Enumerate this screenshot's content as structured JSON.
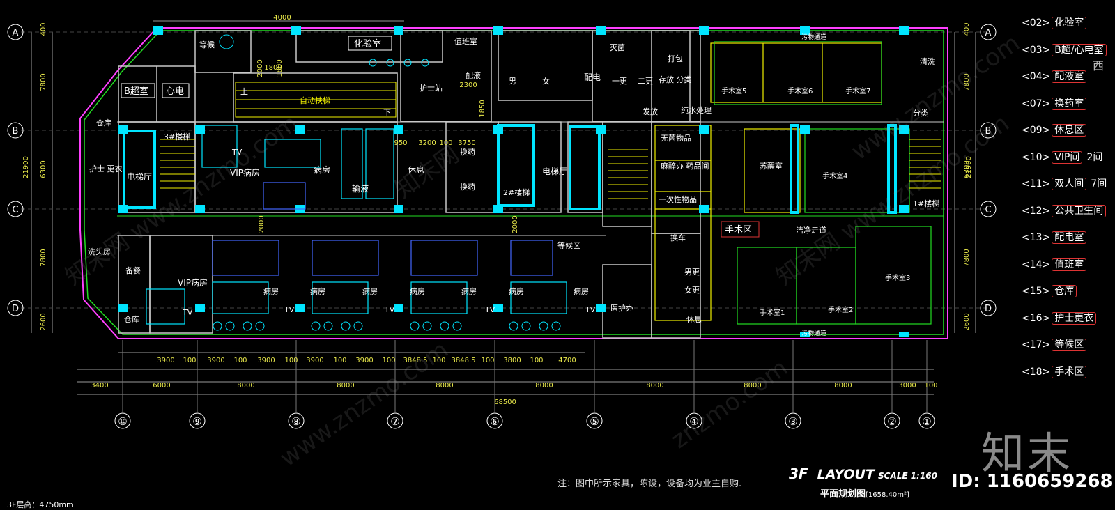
{
  "legend": [
    {
      "code": "<02>",
      "name": "化验室",
      "extra": ""
    },
    {
      "code": "<03>",
      "name": "B超/心电室",
      "extra": ""
    },
    {
      "code": "<04>",
      "name": "配液室",
      "extra": ""
    },
    {
      "code": "<07>",
      "name": "换药室",
      "extra": ""
    },
    {
      "code": "<09>",
      "name": "休息区",
      "extra": ""
    },
    {
      "code": "<10>",
      "name": "VIP间",
      "extra": "2间"
    },
    {
      "code": "<11>",
      "name": "双人间",
      "extra": "7间"
    },
    {
      "code": "<12>",
      "name": "公共卫生间",
      "extra": ""
    },
    {
      "code": "<13>",
      "name": "配电室",
      "extra": ""
    },
    {
      "code": "<14>",
      "name": "值班室",
      "extra": ""
    },
    {
      "code": "<15>",
      "name": "仓库",
      "extra": ""
    },
    {
      "code": "<16>",
      "name": "护士更衣",
      "extra": ""
    },
    {
      "code": "<17>",
      "name": "等候区",
      "extra": ""
    },
    {
      "code": "<18>",
      "name": "手术区",
      "extra": ""
    }
  ],
  "grid_rows": [
    "A",
    "B",
    "C",
    "D"
  ],
  "grid_cols": [
    "⑩",
    "⑨",
    "⑧",
    "⑦",
    "⑥",
    "⑤",
    "④",
    "③",
    "②",
    "①"
  ],
  "dims": {
    "top": "4000",
    "left_segments": [
      "400",
      "7800",
      "6300",
      "7800",
      "2600"
    ],
    "left_total": "21900",
    "right_segments": [
      "400",
      "7800",
      "6300",
      "7800",
      "2600"
    ],
    "right_total": "21900",
    "bottom_row1": [
      "3900",
      "100",
      "3900",
      "100",
      "3900",
      "100",
      "3900",
      "100",
      "3900",
      "100",
      "3848.5",
      "100",
      "3848.5",
      "100",
      "3800",
      "100",
      "4700"
    ],
    "bottom_row2": [
      "3400",
      "6000",
      "8000",
      "8000",
      "8000",
      "8000",
      "8000",
      "8000",
      "8000",
      "3000",
      "100"
    ],
    "total": "68500",
    "inner": [
      "2000",
      "1800",
      "1800",
      "2300",
      "1850",
      "3200",
      "100",
      "3750",
      "950",
      "2000",
      "2000"
    ]
  },
  "rooms": {
    "lab": "化验室",
    "waiting_top": "等候",
    "duty": "值班室",
    "bus": "B超室",
    "ecg": "心电",
    "escalator": "自动扶梯",
    "up": "上",
    "down": "下",
    "nurse_station": "护士站",
    "dispense": "配液",
    "male": "男",
    "female": "女",
    "power": "配电",
    "store1": "仓库",
    "nurse_change": "护士\n更衣",
    "elevator_hall": "电梯厅",
    "stair3": "3#楼梯",
    "vip_ward": "VIP病房",
    "ward": "病房",
    "infusion": "输液",
    "rest": "休息",
    "change_drug": "换药",
    "stair2": "2#楼梯",
    "elevator_hall2": "电梯厅",
    "wash_hair": "洗头房",
    "pantry": "备餐",
    "store2": "仓库",
    "vip_ward2": "VIP病房",
    "waiting_area": "等候区",
    "tv": "TV",
    "doctor_office": "医护办",
    "extinguish": "灭菌",
    "pack": "打包",
    "storage": "存放\n分类",
    "change1": "一更",
    "change2": "二更",
    "dispatch": "发放",
    "pure_water": "纯水处理",
    "sterile": "无菌物品",
    "anesthesia": "麻醉办\n药品间",
    "disposable": "一次性物品",
    "change_bed": "换车",
    "male_change": "男更",
    "female_change": "女更",
    "rest2": "休息",
    "surgery_zone": "手术区",
    "awake": "苏醒室",
    "or1": "手术室1",
    "or2": "手术室2",
    "or3": "手术室3",
    "or4": "手术室4",
    "or5": "手术室5",
    "or6": "手术室6",
    "or7": "手术室7",
    "dirty_corridor": "污物通道",
    "clean_corridor": "洁净走道",
    "wash": "清洗",
    "sort": "分类",
    "stair1": "1#楼梯",
    "west": "西"
  },
  "note": "注：图中所示家具，陈设，设备均为业主自购.",
  "layout_title": {
    "floor": "3F",
    "word": "LAYOUT",
    "scale": "SCALE 1:160",
    "sub": "平面规划图",
    "area": "[1658.40m²]"
  },
  "floor_height": "3F层高：4750mm",
  "brand": "知末",
  "id_text": "ID: 1160659268",
  "watermarks": [
    "知末网 www.znzmo.com",
    "www.znzmo.com",
    "知末网",
    "znzmo.com",
    "知末网 www.znzmo.com",
    "www.znzmo.com"
  ],
  "colors": {
    "bg": "#000000",
    "wall": "#c8c8c8",
    "cyan": "#00e5ff",
    "magenta": "#ff40ff",
    "green": "#22dd22",
    "yellow": "#f0f000",
    "dim": "#e8e84a",
    "grid": "#9a9a9a",
    "blue": "#4466ff"
  }
}
